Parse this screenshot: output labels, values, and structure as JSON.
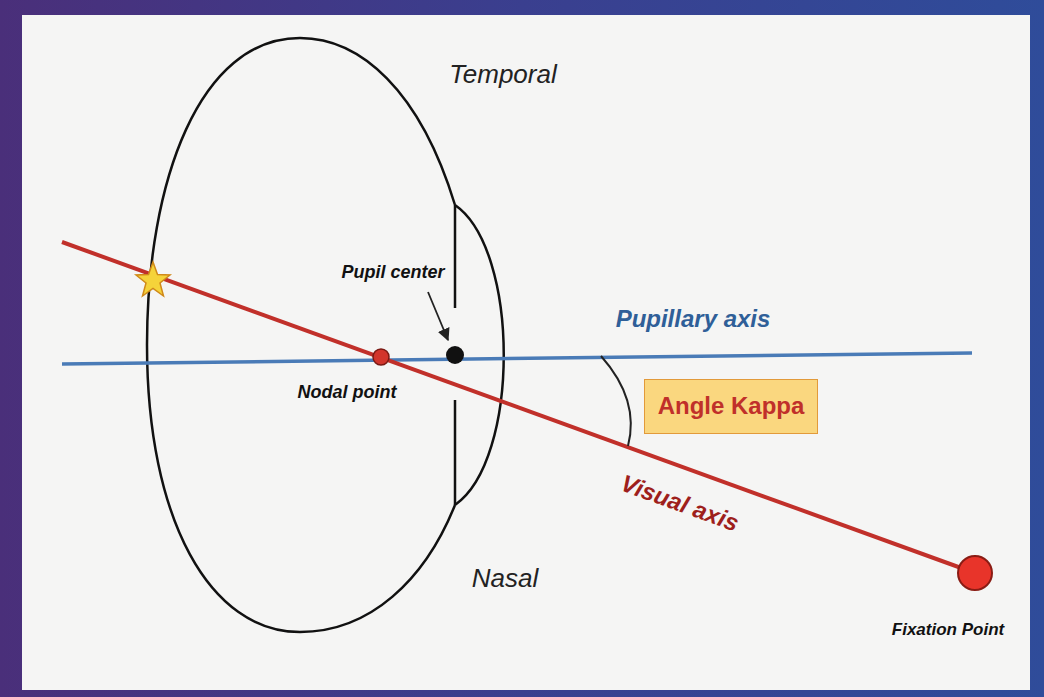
{
  "diagram": {
    "nodes": [
      {
        "text": [
          "Angle Kappa"
        ]
      }
    ],
    "labels": [
      "Temporal",
      "Pupil center",
      "Pupillary axis",
      "Nodal point",
      "Visual axis",
      "Nasal",
      "Fixation Point"
    ]
  }
}
